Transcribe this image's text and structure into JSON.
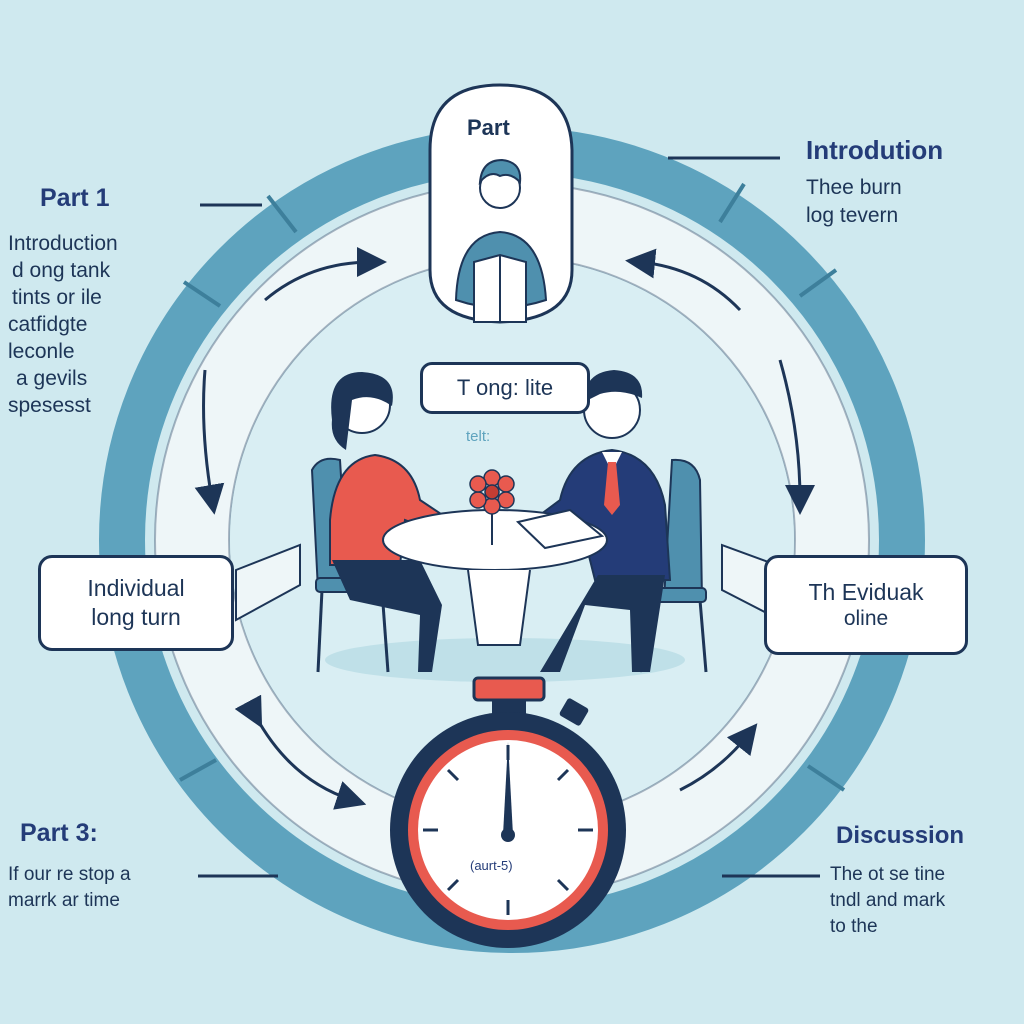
{
  "top_bubble": {
    "title": "Part"
  },
  "part1": {
    "heading": "Part 1",
    "lines": [
      "Introduction",
      "d ong tank",
      "tints or ile",
      "catfidgte",
      "leconle",
      "a gevils",
      "spesesst"
    ]
  },
  "top_right": {
    "heading": "Introdution",
    "lines": [
      "Thee burn",
      "log tevern"
    ]
  },
  "center_bubble": {
    "text": "T ong: lite",
    "sub": "telt:"
  },
  "left_box": {
    "lines": [
      "Individual",
      "long turn"
    ]
  },
  "right_box": {
    "lines": [
      "Th Eviduak",
      "oline"
    ]
  },
  "stopwatch": {
    "label": "(aurt-5)"
  },
  "part3": {
    "heading": "Part 3:",
    "lines": [
      "If our re stop a",
      "marrk ar time"
    ]
  },
  "discussion": {
    "heading": "Discussion",
    "lines": [
      "The ot se tine",
      "tndl and mark",
      "to the"
    ]
  },
  "colors": {
    "background": "#cfe9ef",
    "ring": "#5ea3be",
    "ring_light": "#eef6f8",
    "ink": "#1d3557",
    "accent_red": "#e85a4f",
    "chair": "#4f90ae"
  }
}
